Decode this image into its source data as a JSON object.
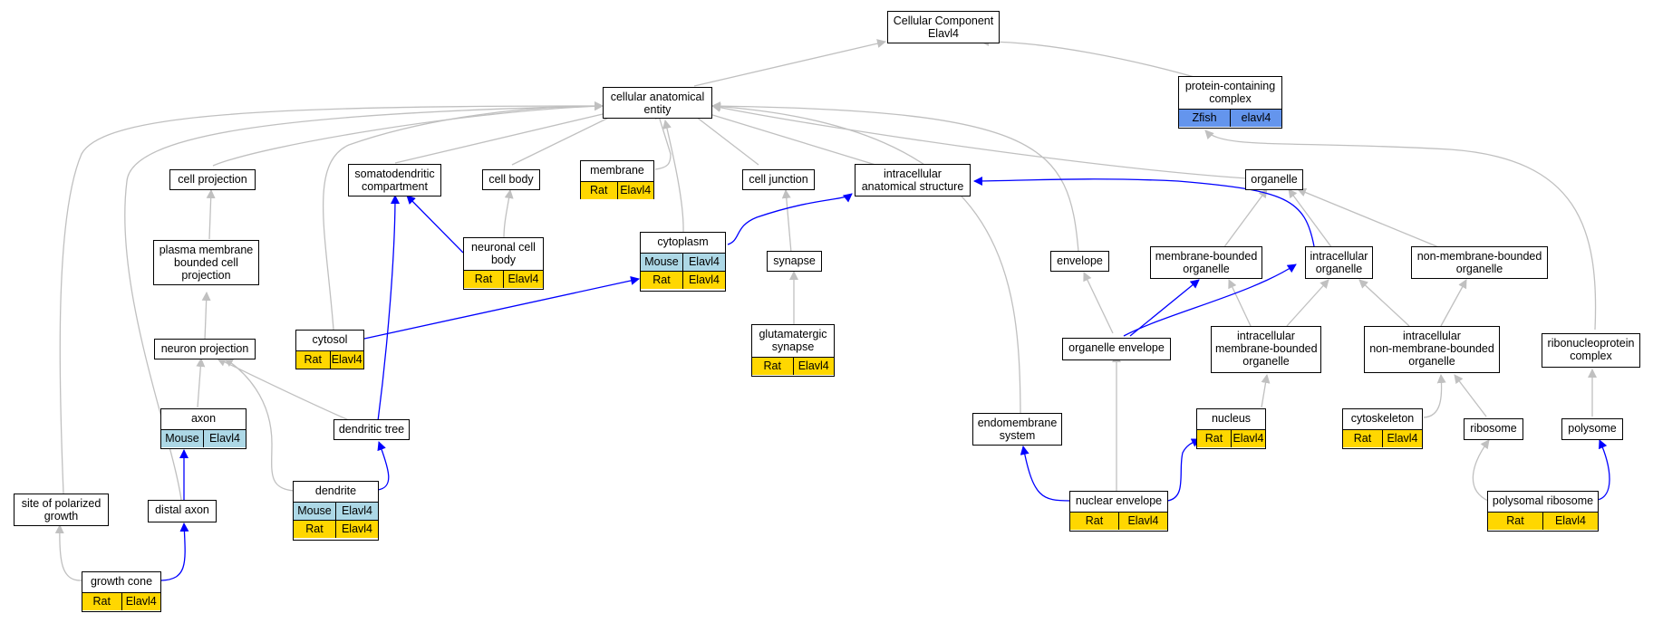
{
  "colors": {
    "gray_edge": "#c0c0c0",
    "blue_edge": "#0000ff",
    "rat": "#ffd700",
    "mouse": "#add8e6",
    "zfish": "#6495ed"
  },
  "nodes": {
    "cellular_component": {
      "lines": [
        "Cellular Component",
        "Elavl4"
      ],
      "rows": []
    },
    "cellular_anatomical_entity": {
      "lines": [
        "cellular anatomical",
        "entity"
      ],
      "rows": []
    },
    "protein_containing_complex": {
      "lines": [
        "protein-containing",
        "complex"
      ],
      "rows": [
        {
          "species": "Zfish",
          "gene": "elavl4"
        }
      ]
    },
    "cell_projection": {
      "lines": [
        "cell projection"
      ],
      "rows": []
    },
    "somatodendritic_compartment": {
      "lines": [
        "somatodendritic",
        "compartment"
      ],
      "rows": []
    },
    "cell_body": {
      "lines": [
        "cell body"
      ],
      "rows": []
    },
    "membrane": {
      "lines": [
        "membrane"
      ],
      "rows": [
        {
          "species": "Rat",
          "gene": "Elavl4"
        }
      ]
    },
    "cell_junction": {
      "lines": [
        "cell junction"
      ],
      "rows": []
    },
    "intracellular_anatomical_structure": {
      "lines": [
        "intracellular",
        "anatomical structure"
      ],
      "rows": []
    },
    "organelle": {
      "lines": [
        "organelle"
      ],
      "rows": []
    },
    "plasma_membrane_bounded": {
      "lines": [
        "plasma membrane",
        "bounded cell",
        "projection"
      ],
      "rows": []
    },
    "neuronal_cell_body": {
      "lines": [
        "neuronal cell",
        "body"
      ],
      "rows": [
        {
          "species": "Rat",
          "gene": "Elavl4"
        }
      ]
    },
    "cytoplasm": {
      "lines": [
        "cytoplasm"
      ],
      "rows": [
        {
          "species": "Mouse",
          "gene": "Elavl4"
        },
        {
          "species": "Rat",
          "gene": "Elavl4"
        }
      ]
    },
    "synapse": {
      "lines": [
        "synapse"
      ],
      "rows": []
    },
    "envelope": {
      "lines": [
        "envelope"
      ],
      "rows": []
    },
    "membrane_bounded_organelle": {
      "lines": [
        "membrane-bounded",
        "organelle"
      ],
      "rows": []
    },
    "intracellular_organelle": {
      "lines": [
        "intracellular",
        "organelle"
      ],
      "rows": []
    },
    "non_membrane_bounded_organelle": {
      "lines": [
        "non-membrane-bounded",
        "organelle"
      ],
      "rows": []
    },
    "neuron_projection": {
      "lines": [
        "neuron projection"
      ],
      "rows": []
    },
    "cytosol": {
      "lines": [
        "cytosol"
      ],
      "rows": [
        {
          "species": "Rat",
          "gene": "Elavl4"
        }
      ]
    },
    "glutamatergic_synapse": {
      "lines": [
        "glutamatergic",
        "synapse"
      ],
      "rows": [
        {
          "species": "Rat",
          "gene": "Elavl4"
        }
      ]
    },
    "organelle_envelope": {
      "lines": [
        "organelle envelope"
      ],
      "rows": []
    },
    "intracellular_membrane_bounded_organelle": {
      "lines": [
        "intracellular",
        "membrane-bounded",
        "organelle"
      ],
      "rows": []
    },
    "intracellular_non_membrane_bounded_organelle": {
      "lines": [
        "intracellular",
        "non-membrane-bounded",
        "organelle"
      ],
      "rows": []
    },
    "ribonucleoprotein_complex": {
      "lines": [
        "ribonucleoprotein",
        "complex"
      ],
      "rows": []
    },
    "axon": {
      "lines": [
        "axon"
      ],
      "rows": [
        {
          "species": "Mouse",
          "gene": "Elavl4"
        }
      ]
    },
    "dendritic_tree": {
      "lines": [
        "dendritic tree"
      ],
      "rows": []
    },
    "endomembrane_system": {
      "lines": [
        "endomembrane",
        "system"
      ],
      "rows": []
    },
    "nucleus": {
      "lines": [
        "nucleus"
      ],
      "rows": [
        {
          "species": "Rat",
          "gene": "Elavl4"
        }
      ]
    },
    "cytoskeleton": {
      "lines": [
        "cytoskeleton"
      ],
      "rows": [
        {
          "species": "Rat",
          "gene": "Elavl4"
        }
      ]
    },
    "ribosome": {
      "lines": [
        "ribosome"
      ],
      "rows": []
    },
    "polysome": {
      "lines": [
        "polysome"
      ],
      "rows": []
    },
    "dendrite": {
      "lines": [
        "dendrite"
      ],
      "rows": [
        {
          "species": "Mouse",
          "gene": "Elavl4"
        },
        {
          "species": "Rat",
          "gene": "Elavl4"
        }
      ]
    },
    "site_of_polarized_growth": {
      "lines": [
        "site of polarized",
        "growth"
      ],
      "rows": []
    },
    "distal_axon": {
      "lines": [
        "distal axon"
      ],
      "rows": []
    },
    "nuclear_envelope": {
      "lines": [
        "nuclear envelope"
      ],
      "rows": [
        {
          "species": "Rat",
          "gene": "Elavl4"
        }
      ]
    },
    "polysomal_ribosome": {
      "lines": [
        "polysomal ribosome"
      ],
      "rows": [
        {
          "species": "Rat",
          "gene": "Elavl4"
        }
      ]
    },
    "growth_cone": {
      "lines": [
        "growth cone"
      ],
      "rows": [
        {
          "species": "Rat",
          "gene": "Elavl4"
        }
      ]
    }
  }
}
